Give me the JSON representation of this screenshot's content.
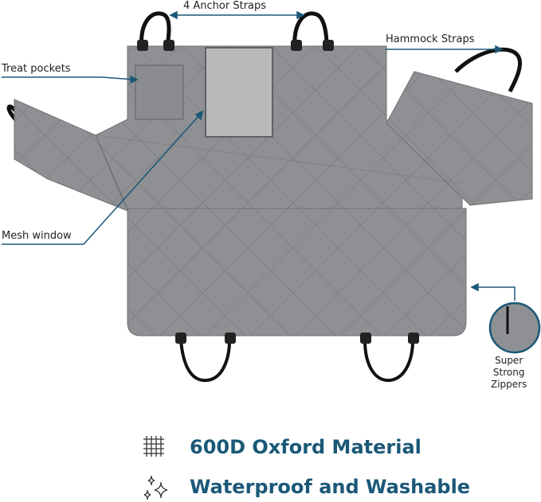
{
  "callouts": {
    "anchor_straps": "4 Anchor Straps",
    "hammock_straps": "Hammock Straps",
    "treat_pockets": "Treat pockets",
    "mesh_window": "Mesh window",
    "zippers": [
      "Super",
      "Strong",
      "Zippers"
    ]
  },
  "features": [
    {
      "icon": "woven-fabric-icon",
      "label": "600D Oxford Material"
    },
    {
      "icon": "sparkle-icon",
      "label": "Waterproof and Washable"
    }
  ],
  "colors": {
    "accent": "#1b5877",
    "fabric": "#8d8f92",
    "strap": "#111111"
  }
}
